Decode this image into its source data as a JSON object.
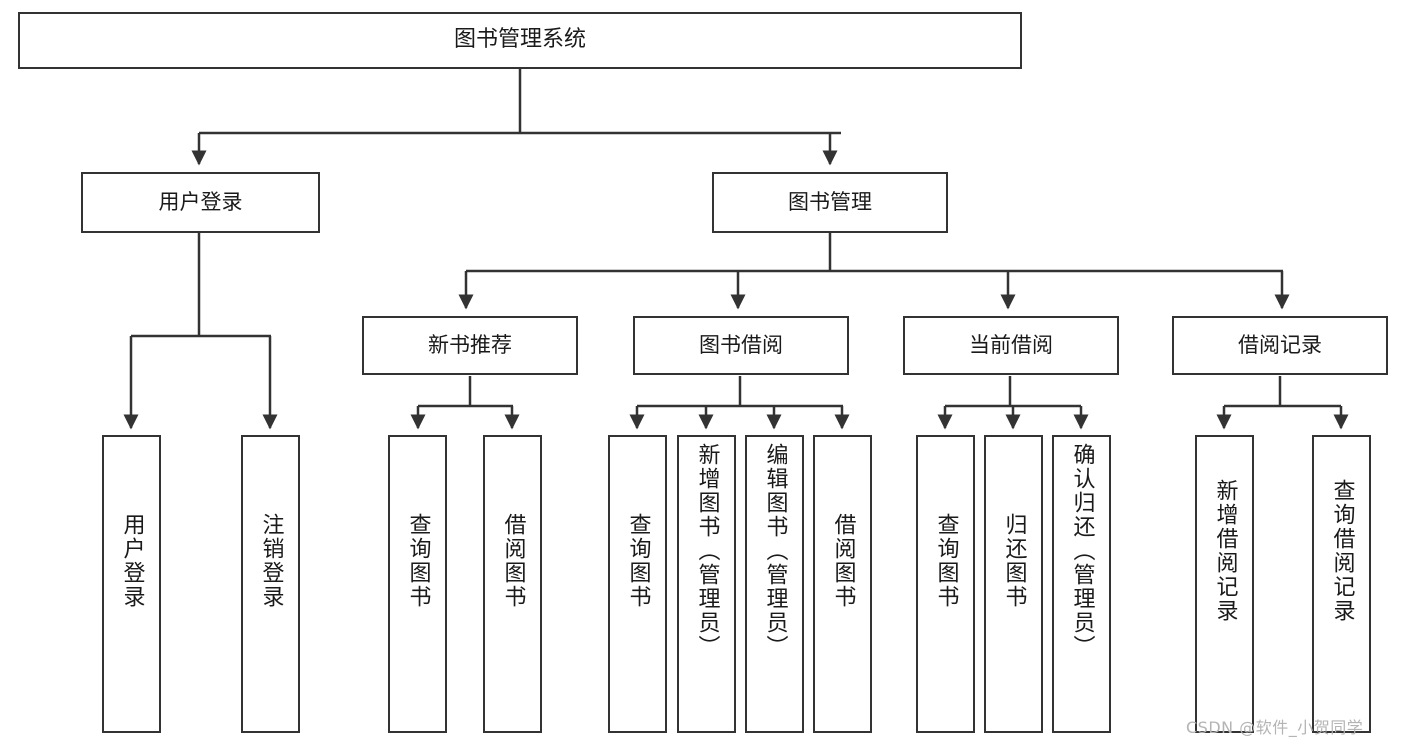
{
  "diagram": {
    "title": "图书管理系统",
    "watermark": "CSDN @软件_小贺同学",
    "colors": {
      "stroke": "#333333",
      "fill": "#ffffff",
      "text": "#1a1a1a",
      "watermark": "#b4b4b4"
    },
    "nodes": {
      "root": "图书管理系统",
      "level2": {
        "user_login": "用户登录",
        "book_manage": "图书管理"
      },
      "level3": {
        "new_book_rec": "新书推荐",
        "book_borrow": "图书借阅",
        "current_borrow": "当前借阅",
        "borrow_record": "借阅记录"
      },
      "leaves": {
        "user_login_1": "用户登录",
        "user_login_2": "注销登录",
        "new_book_rec_1": "查询图书",
        "new_book_rec_2": "借阅图书",
        "book_borrow_1": "查询图书",
        "book_borrow_2": "新增图书（管理员）",
        "book_borrow_3": "编辑图书（管理员）",
        "book_borrow_4": "借阅图书",
        "current_borrow_1": "查询图书",
        "current_borrow_2": "归还图书",
        "current_borrow_3": "确认归还（管理员）",
        "borrow_record_1": "新增借阅记录",
        "borrow_record_2": "查询借阅记录"
      }
    }
  }
}
